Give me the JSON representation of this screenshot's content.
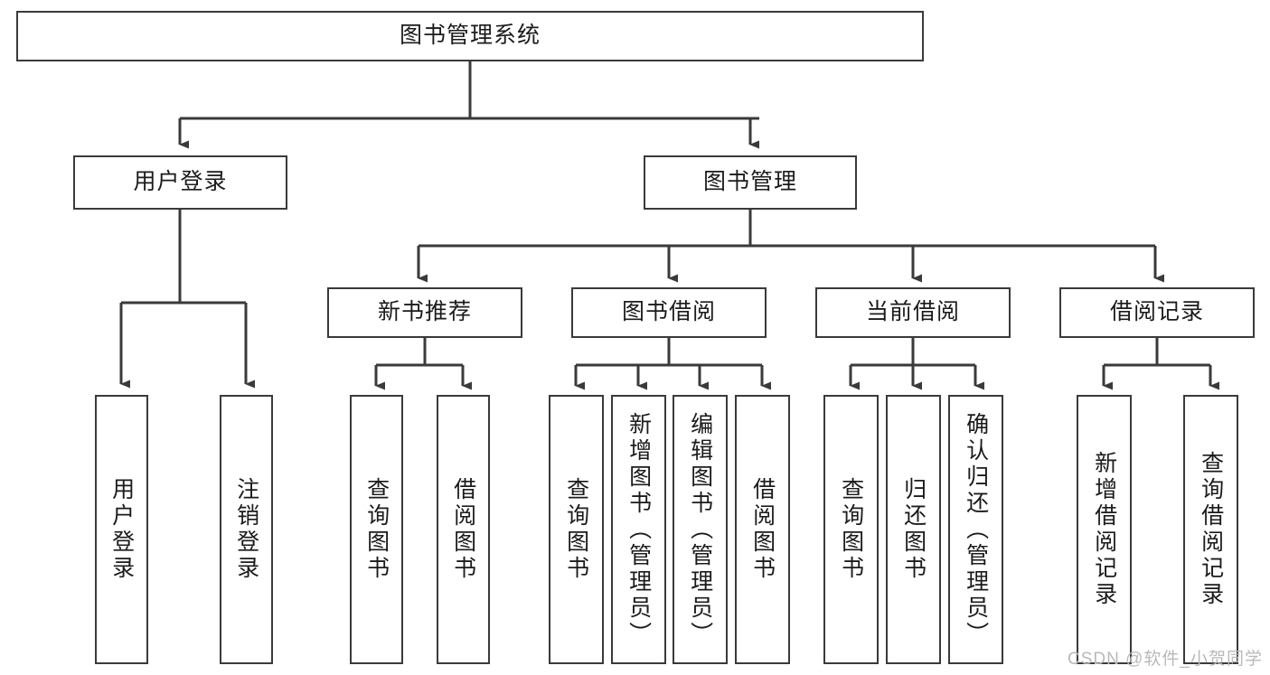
{
  "diagram": {
    "title": "图书管理系统",
    "type": "tree",
    "root": {
      "id": "root",
      "label": "图书管理系统"
    },
    "level2": [
      {
        "id": "user-login",
        "label": "用户登录"
      },
      {
        "id": "book-manage",
        "label": "图书管理"
      }
    ],
    "level3": [
      {
        "id": "new-book-recommend",
        "label": "新书推荐",
        "parent": "book-manage"
      },
      {
        "id": "book-borrow",
        "label": "图书借阅",
        "parent": "book-manage"
      },
      {
        "id": "current-borrow",
        "label": "当前借阅",
        "parent": "book-manage"
      },
      {
        "id": "borrow-record",
        "label": "借阅记录",
        "parent": "book-manage"
      }
    ],
    "leaves": [
      {
        "id": "leaf-user-login",
        "label": "用户登录",
        "parent": "user-login"
      },
      {
        "id": "leaf-user-logout",
        "label": "注销登录",
        "parent": "user-login"
      },
      {
        "id": "leaf-query-book-1",
        "label": "查询图书",
        "parent": "new-book-recommend"
      },
      {
        "id": "leaf-borrow-book-1",
        "label": "借阅图书",
        "parent": "new-book-recommend"
      },
      {
        "id": "leaf-query-book-2",
        "label": "查询图书",
        "parent": "book-borrow"
      },
      {
        "id": "leaf-add-book",
        "label": "新增图书（管理员）",
        "parent": "book-borrow"
      },
      {
        "id": "leaf-edit-book",
        "label": "编辑图书（管理员）",
        "parent": "book-borrow"
      },
      {
        "id": "leaf-borrow-book-2",
        "label": "借阅图书",
        "parent": "book-borrow"
      },
      {
        "id": "leaf-query-book-3",
        "label": "查询图书",
        "parent": "current-borrow"
      },
      {
        "id": "leaf-return-book",
        "label": "归还图书",
        "parent": "current-borrow"
      },
      {
        "id": "leaf-confirm-return",
        "label": "确认归还（管理员）",
        "parent": "current-borrow"
      },
      {
        "id": "leaf-add-record",
        "label": "新增借阅记录",
        "parent": "borrow-record"
      },
      {
        "id": "leaf-query-record",
        "label": "查询借阅记录",
        "parent": "borrow-record"
      }
    ],
    "watermark": "CSDN @软件_小贺同学",
    "colors": {
      "stroke": "#3a3a3a",
      "text": "#1b1b1b",
      "background": "#ffffff",
      "watermark": "#b9b9b9"
    }
  }
}
